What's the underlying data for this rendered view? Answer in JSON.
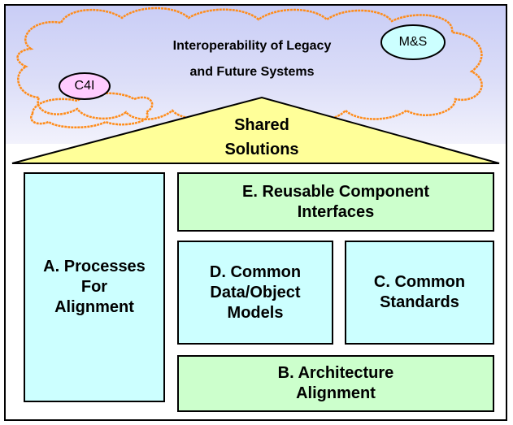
{
  "cloud": {
    "title_line1": "Interoperability of Legacy",
    "title_line2": "and Future Systems",
    "bubble_c4i": "C4I",
    "bubble_ms": "M&S"
  },
  "roof": {
    "line1": "Shared",
    "line2": "Solutions"
  },
  "blocks": {
    "a_line1": "A.  Processes",
    "a_line2": "For",
    "a_line3": "Alignment",
    "e_line1": "E.  Reusable Component",
    "e_line2": "Interfaces",
    "d_line1": "D.  Common",
    "d_line2": "Data/Object",
    "d_line3": "Models",
    "c_line1": "C.  Common",
    "c_line2": "Standards",
    "b_line1": "B.  Architecture",
    "b_line2": "Alignment"
  },
  "colors": {
    "sky": "#c9cdf6",
    "cloud_outline": "#ff8c1a",
    "roof_fill": "#ffff99",
    "cyan_block": "#ccffff",
    "green_block": "#ccffcc",
    "c4i_bubble": "#ffccff",
    "ms_bubble": "#ccffff"
  }
}
